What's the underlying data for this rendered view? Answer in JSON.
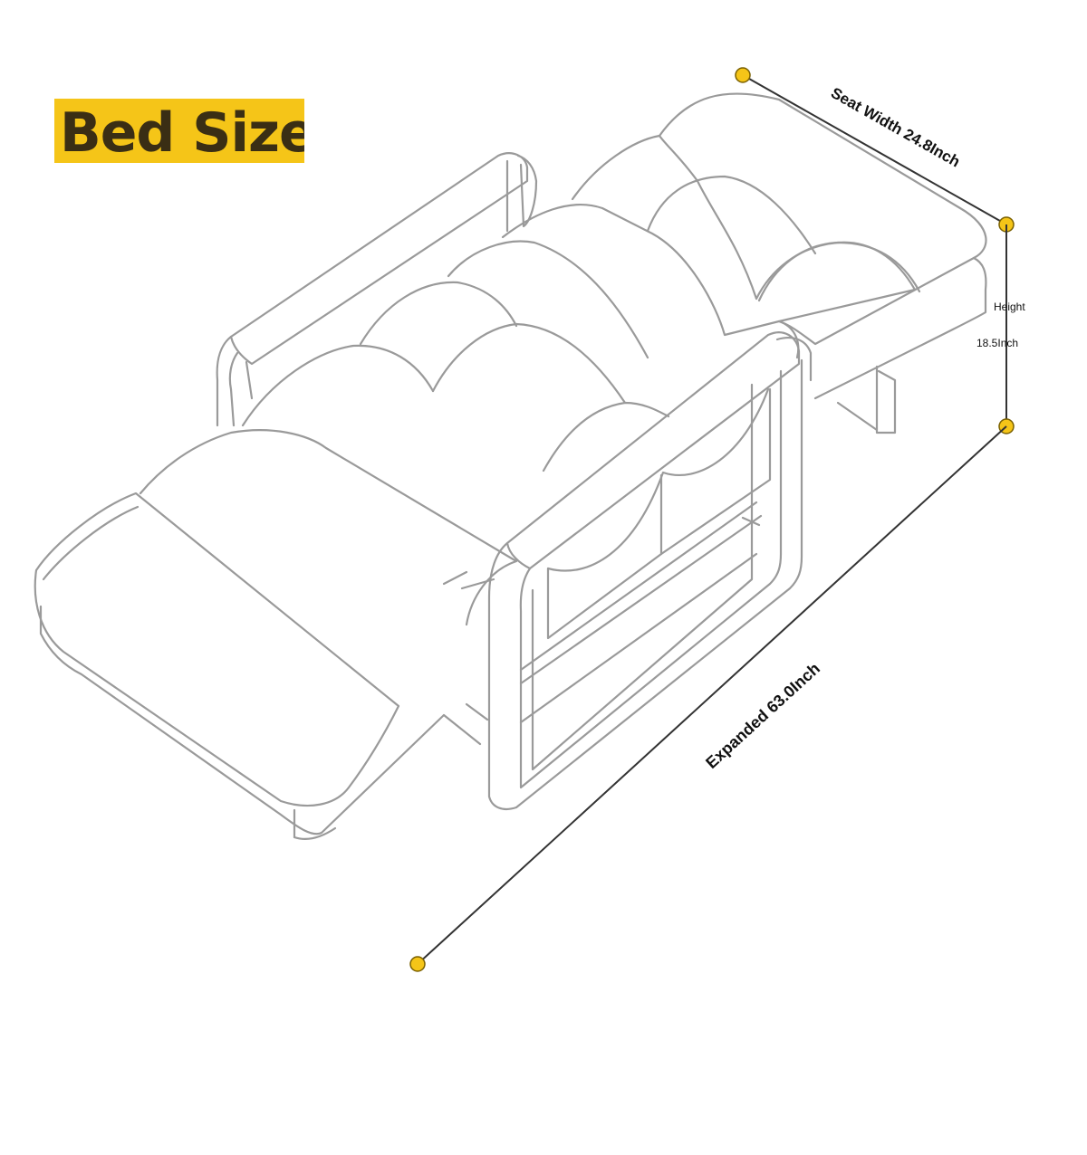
{
  "title": "Bed Size",
  "dimensions": {
    "seat_width": "Seat Width 24.8Inch",
    "height_label": "Height",
    "height_value": "18.5Inch",
    "expanded": "Expanded 63.0Inch"
  },
  "colors": {
    "accent": "#f5c518",
    "title_text": "#3a2e14",
    "dimension_line": "#333333",
    "outline": "#9a9a9a"
  }
}
